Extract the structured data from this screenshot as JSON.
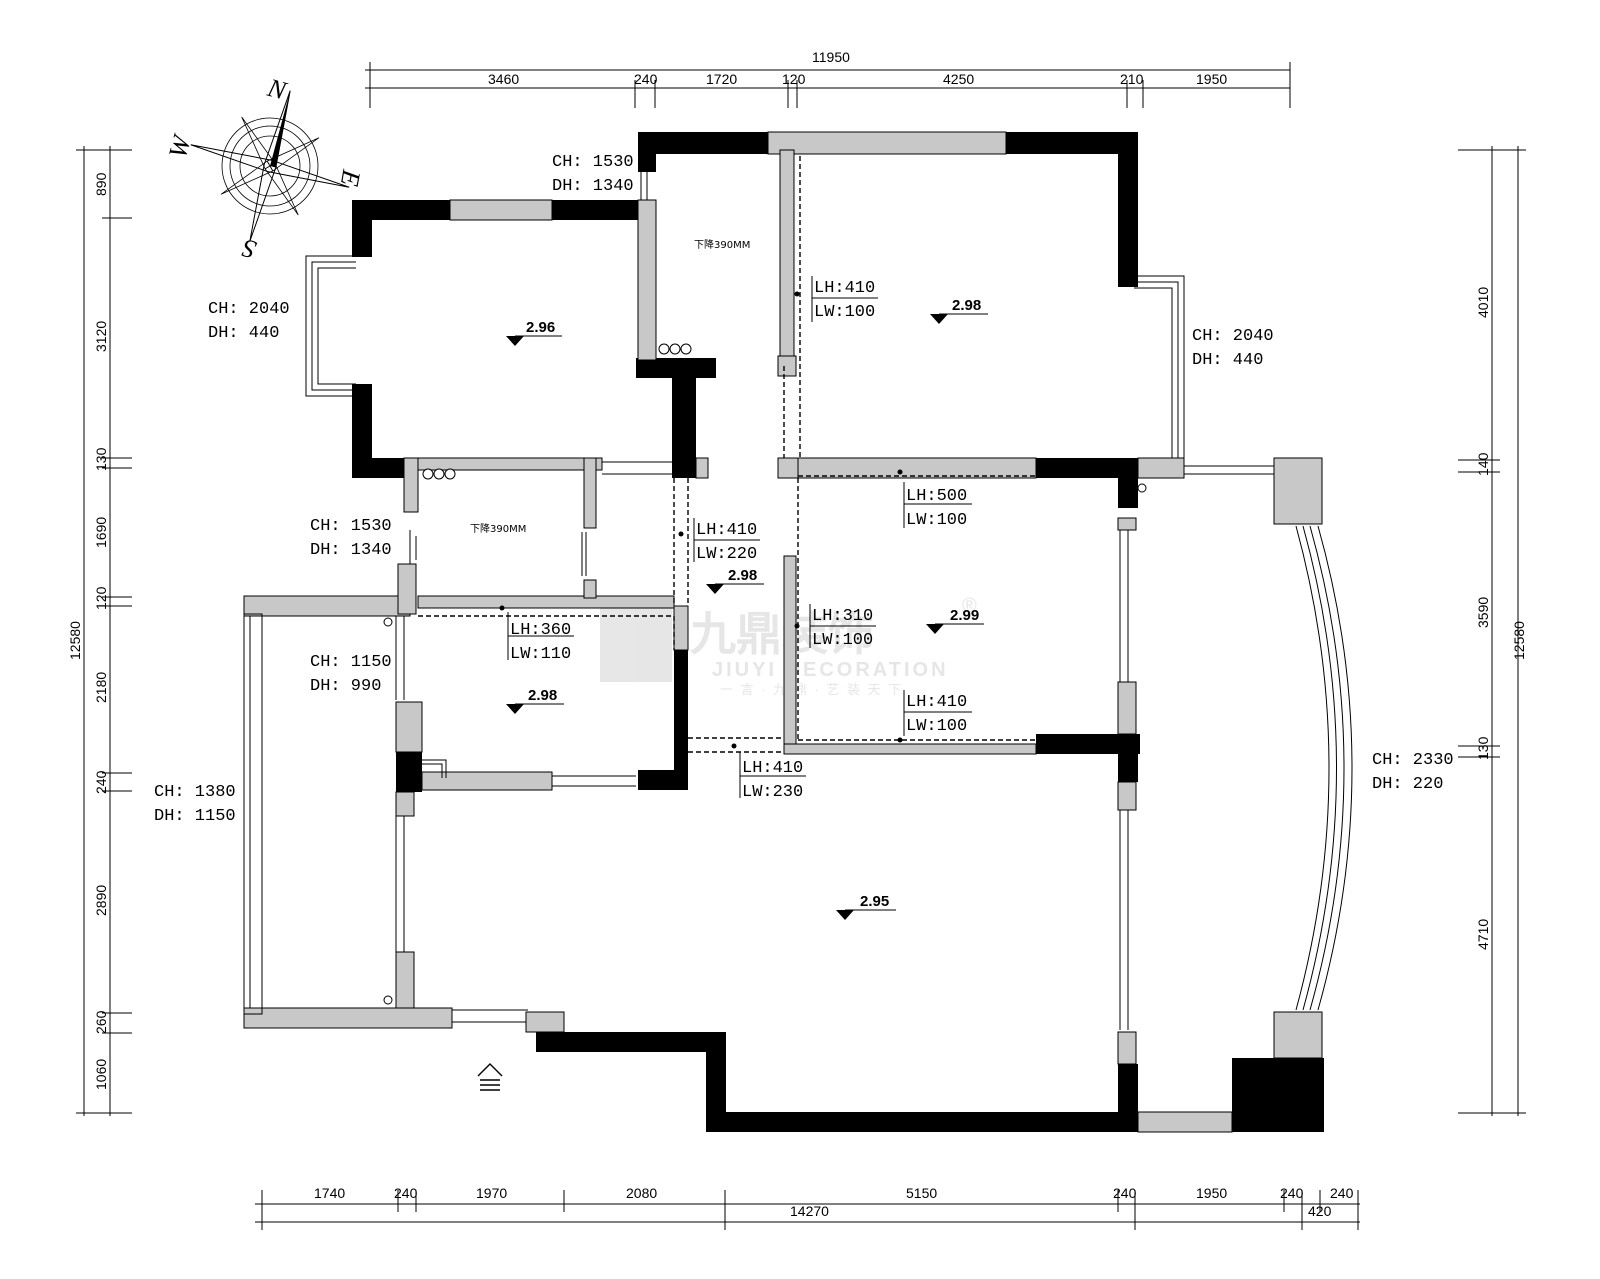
{
  "colors": {
    "wall_solid": "#000000",
    "wall_partition": "#c8c8c8",
    "watermark": "#e4e4e4"
  },
  "compass": {
    "icon": "compass-rose-icon",
    "n": "N",
    "e": "E",
    "s": "S",
    "w": "W"
  },
  "dims": {
    "top_total": "11950",
    "top": [
      "3460",
      "240",
      "1720",
      "120",
      "4250",
      "210",
      "1950"
    ],
    "bottom": [
      "1740",
      "240",
      "1970",
      "2080",
      "5150",
      "240",
      "1950",
      "240",
      "240"
    ],
    "bottom_total": "14270",
    "bottom_extra": "420",
    "left_total": "12580",
    "left": [
      "890",
      "3120",
      "130",
      "1690",
      "120",
      "2180",
      "240",
      "2890",
      "260",
      "1060"
    ],
    "right_total": "12580",
    "right": [
      "4010",
      "140",
      "3590",
      "130",
      "4710"
    ]
  },
  "annotations": {
    "ch1530_a": "CH: 1530",
    "dh1340_a": "DH: 1340",
    "ch2040_l": "CH: 2040",
    "dh440_l": "DH:  440",
    "ch2040_r": "CH: 2040",
    "dh440_r": "DH:  440",
    "ch1530_b": "CH: 1530",
    "dh1340_b": "DH: 1340",
    "ch1150": "CH: 1150",
    "dh990": "DH:  990",
    "ch1380": "CH: 1380",
    "dh1150": "DH: 1150",
    "ch2330": "CH: 2330",
    "dh220": "DH: 220",
    "lh410_a": "LH:410",
    "lw100_a": "LW:100",
    "lh500": "LH:500",
    "lw100_b": "LW:100",
    "lh410_b": "LH:410",
    "lw220": "LW:220",
    "lh360": "LH:360",
    "lw110": "LW:110",
    "lh310": "LH:310",
    "lw100_c": "LW:100",
    "lh410_c": "LH:410",
    "lw100_d": "LW:100",
    "lh410_d": "LH:410",
    "lw230": "LW:230",
    "ceiling_drop_a": "下降390MM",
    "ceiling_drop_b": "下降390MM"
  },
  "levels": {
    "l296": "2.96",
    "l298_a": "2.98",
    "l298_b": "2.98",
    "l299": "2.99",
    "l298_c": "2.98",
    "l295": "2.95"
  },
  "watermark": {
    "brand_cn": "九鼎装饰",
    "brand_en": "JIUYI DECORATION",
    "slogan": "一 言 · 九 鼎 · 艺 装 天 下",
    "registered": "®"
  },
  "entrance": {
    "icon": "entrance-arrow-icon"
  }
}
